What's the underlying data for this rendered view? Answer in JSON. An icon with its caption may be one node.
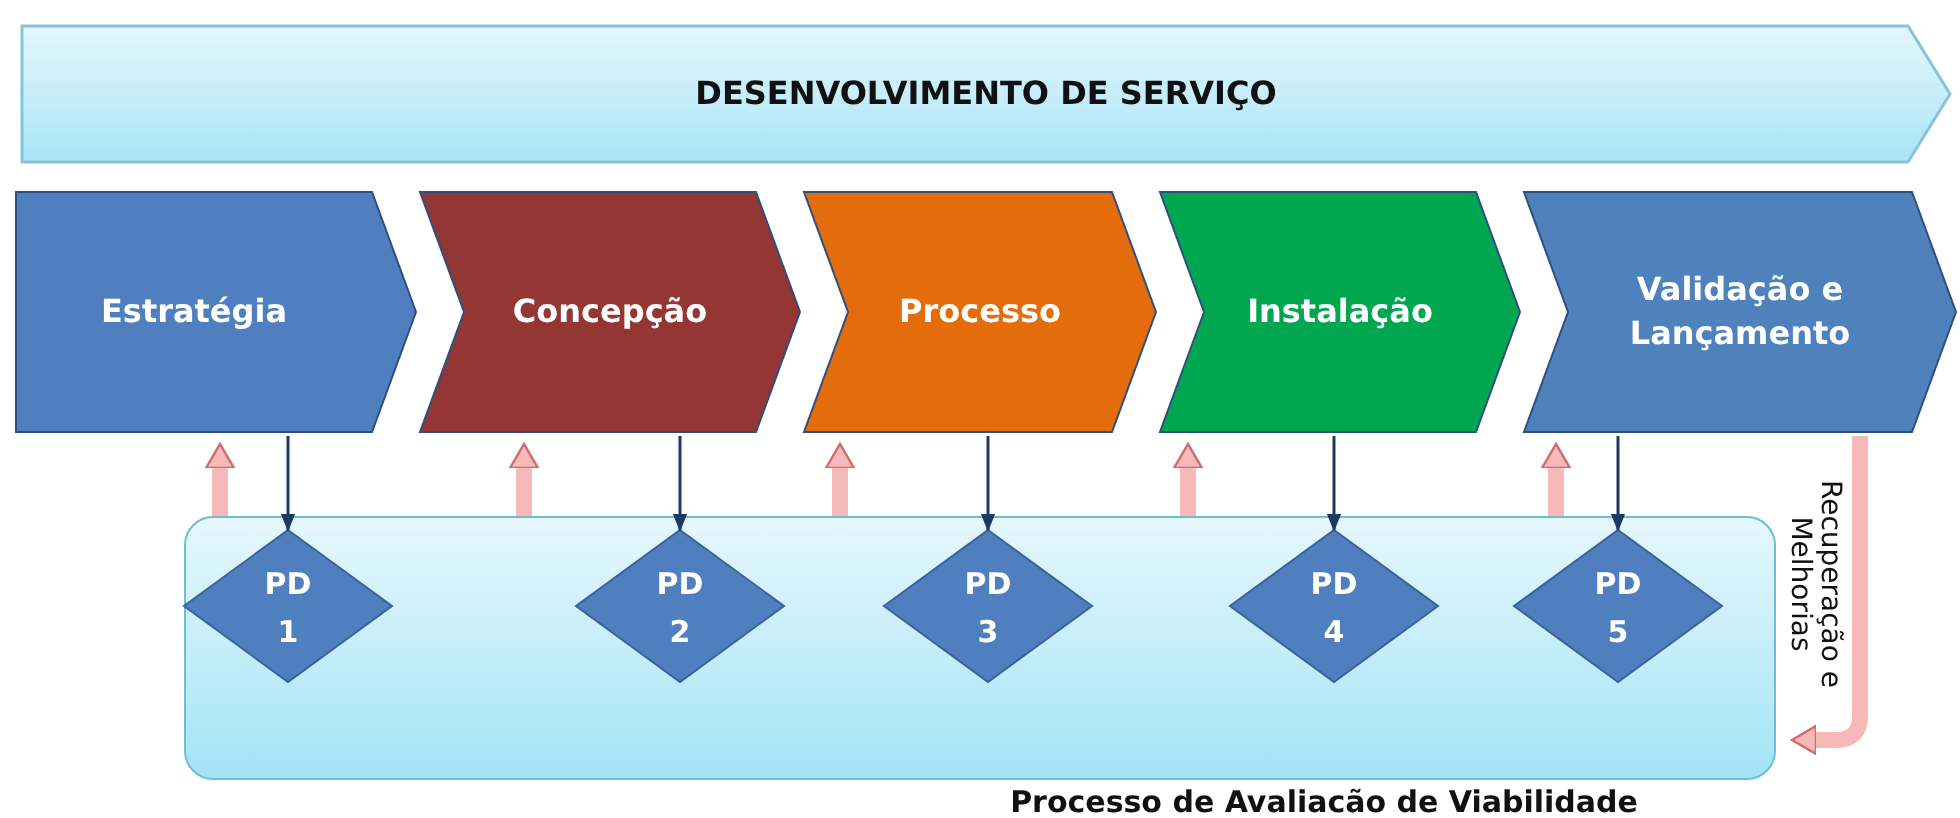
{
  "diagram": {
    "nodes": [
      {
        "text": [
          "DESENVOLVIMENTO DE SERVIÇO"
        ]
      },
      {
        "text": [
          "Estratégia"
        ]
      },
      {
        "text": [
          "Concepção"
        ]
      },
      {
        "text": [
          "Processo"
        ]
      },
      {
        "text": [
          "Instalação"
        ]
      },
      {
        "text": [
          "Validação e Lançamento"
        ]
      },
      {
        "text": [
          "Processo de Avaliacão de Viabilidade"
        ]
      },
      {
        "text": [
          "PD 1"
        ],
        "in": 6
      },
      {
        "text": [
          "PD 2"
        ],
        "in": 6
      },
      {
        "text": [
          "PD 3"
        ],
        "in": 6
      },
      {
        "text": [
          "PD 4"
        ],
        "in": 6
      },
      {
        "text": [
          "PD 5"
        ],
        "in": 6
      }
    ],
    "edges": [
      {
        "from": 1,
        "to": 7,
        "arrow": "to",
        "color": "#1f3864"
      },
      {
        "from": 2,
        "to": 8,
        "arrow": "to",
        "color": "#1f3864"
      },
      {
        "from": 3,
        "to": 9,
        "arrow": "to",
        "color": "#1f3864"
      },
      {
        "from": 4,
        "to": 10,
        "arrow": "to",
        "color": "#1f3864"
      },
      {
        "from": 5,
        "to": 11,
        "arrow": "to",
        "color": "#1f3864"
      },
      {
        "from": 6,
        "to": 1,
        "arrow": "to",
        "color": "#f6b9b9"
      },
      {
        "from": 6,
        "to": 2,
        "arrow": "to",
        "color": "#f6b9b9"
      },
      {
        "from": 6,
        "to": 3,
        "arrow": "to",
        "color": "#f6b9b9"
      },
      {
        "from": 6,
        "to": 4,
        "arrow": "to",
        "color": "#f6b9b9"
      },
      {
        "from": 6,
        "to": 5,
        "arrow": "to",
        "color": "#f6b9b9"
      },
      {
        "from": 5,
        "to": 6,
        "arrow": "to",
        "label": "Recuperação e Melhorias",
        "color": "#f6b9b9"
      }
    ]
  }
}
